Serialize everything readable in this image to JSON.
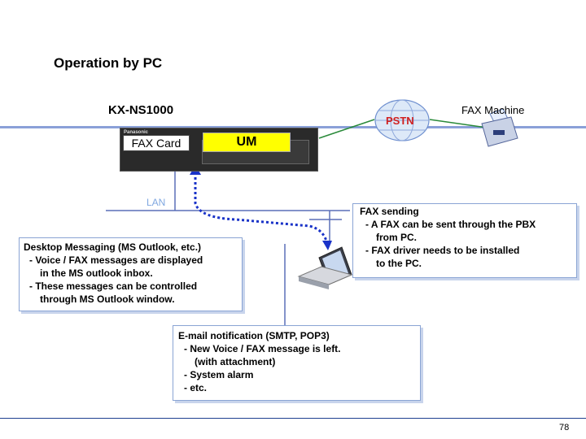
{
  "title": "Operation by PC",
  "pbx": {
    "model": "KX-NS1000",
    "brand": "Panasonic",
    "fax_card": "FAX Card",
    "um": "UM"
  },
  "network": {
    "lan": "LAN",
    "pstn": "PSTN",
    "fax_machine": "FAX Machine"
  },
  "callouts": {
    "desktop": {
      "heading": "Desktop Messaging (MS Outlook, etc.)",
      "lines": [
        "- Voice / FAX messages are displayed",
        "in the MS outlook inbox.",
        "- These messages can be controlled",
        "through MS Outlook window."
      ]
    },
    "fax": {
      "heading": "FAX sending",
      "lines": [
        "- A FAX can be sent through the PBX",
        "from PC.",
        "- FAX driver needs to be installed",
        "to the PC."
      ]
    },
    "email": {
      "heading": "E-mail notification (SMTP, POP3)",
      "lines": [
        "- New Voice / FAX message is left.",
        "(with attachment)",
        "- System alarm",
        "- etc."
      ]
    }
  },
  "page_number": "78",
  "colors": {
    "lan_line": "#5a6fb8",
    "pstn_line": "#2a8a3a",
    "dashed_arrow": "#1a33c8",
    "um_fill": "#ffff00",
    "callout_border": "#8aa4d4",
    "footer_line": "#1e3f8f"
  }
}
